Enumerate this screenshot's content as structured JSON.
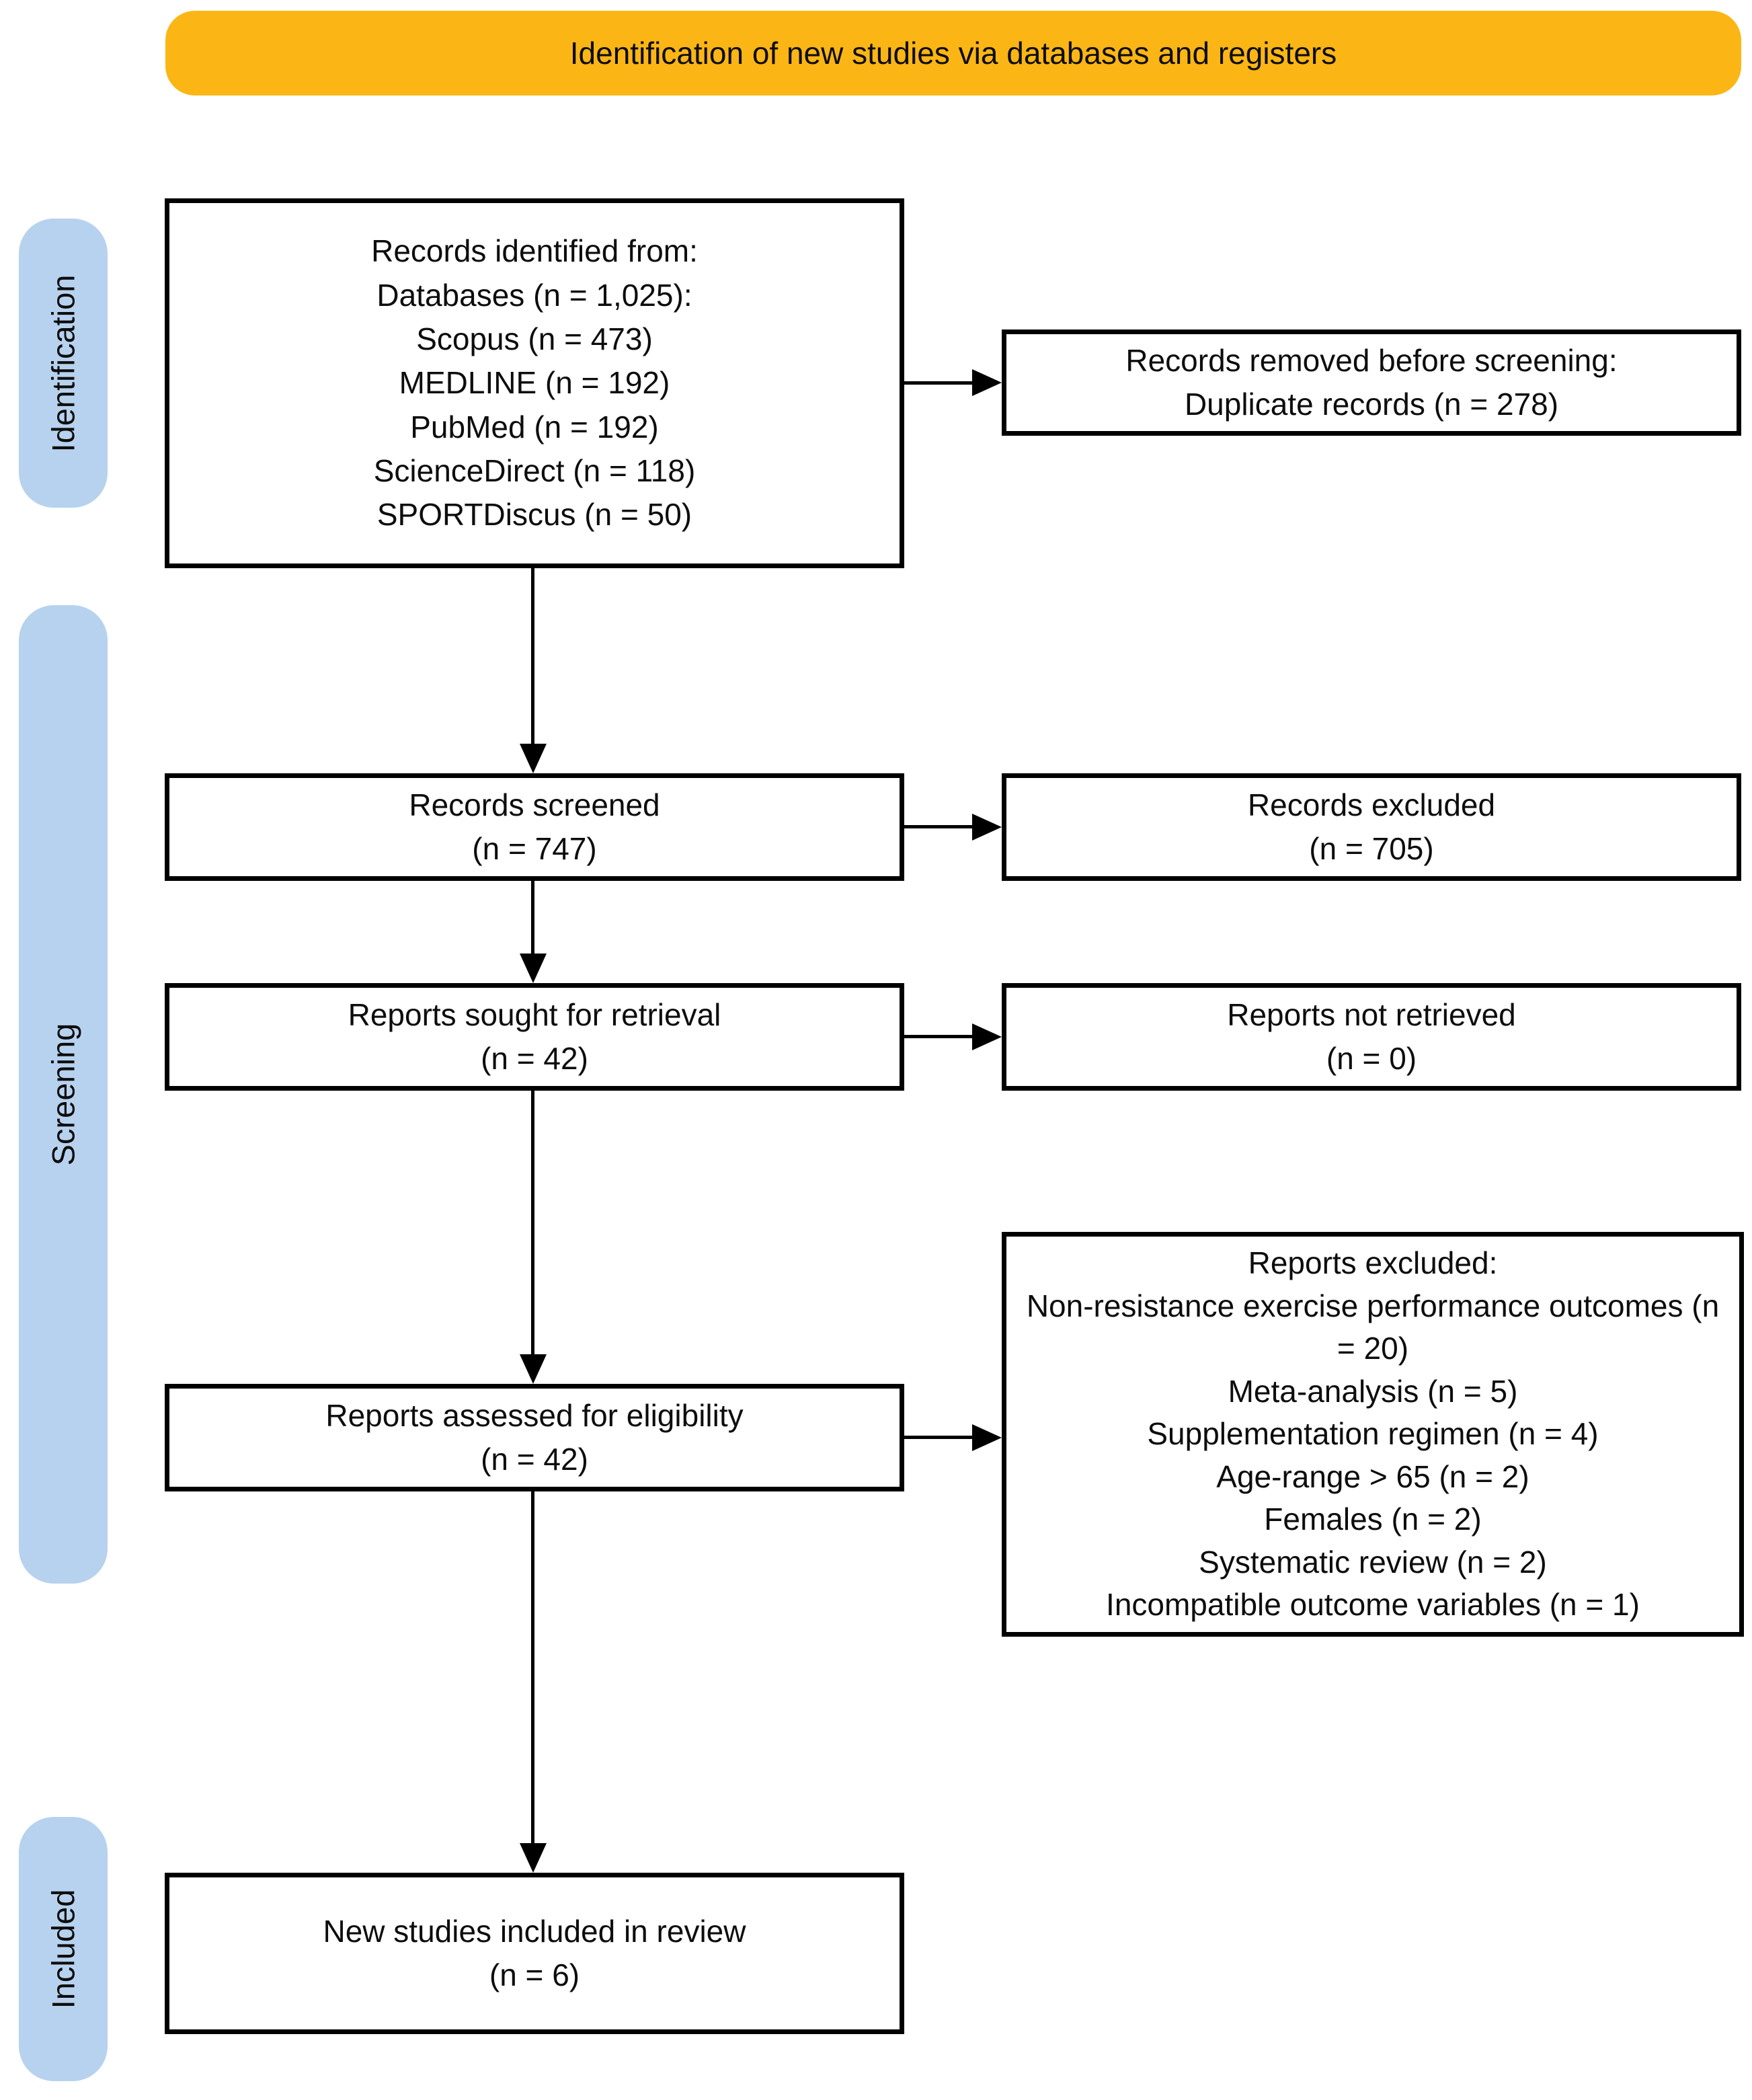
{
  "header": {
    "title": "Identification of new studies via databases and registers"
  },
  "colors": {
    "banner": "#FBB615",
    "stage_pill": "#B7D2EE",
    "box_border": "#000000",
    "arrow": "#000000",
    "text": "#0d0d0d"
  },
  "stages": [
    {
      "label": "Identification"
    },
    {
      "label": "Screening"
    },
    {
      "label": "Included"
    }
  ],
  "boxes": {
    "identified": {
      "lines": [
        "Records identified from:",
        "Databases (n = 1,025):",
        "Scopus (n = 473)",
        "MEDLINE (n = 192)",
        "PubMed (n = 192)",
        "ScienceDirect (n = 118)",
        "SPORTDiscus (n = 50)"
      ]
    },
    "removed": {
      "lines": [
        "Records removed before screening:",
        "Duplicate records (n = 278)"
      ]
    },
    "screened": {
      "lines": [
        "Records screened",
        "(n = 747)"
      ]
    },
    "excluded": {
      "lines": [
        "Records excluded",
        "(n = 705)"
      ]
    },
    "sought": {
      "lines": [
        "Reports sought for retrieval",
        "(n = 42)"
      ]
    },
    "not_retrieved": {
      "lines": [
        "Reports not retrieved",
        "(n = 0)"
      ]
    },
    "assessed": {
      "lines": [
        "Reports assessed for eligibility",
        "(n = 42)"
      ]
    },
    "reports_excluded": {
      "lines": [
        "Reports excluded:",
        "Non-resistance exercise performance outcomes (n = 20)",
        "Meta-analysis (n = 5)",
        "Supplementation regimen (n = 4)",
        "Age-range > 65 (n = 2)",
        "Females (n = 2)",
        "Systematic review (n = 2)",
        "Incompatible outcome variables (n = 1)"
      ]
    },
    "included": {
      "lines": [
        "New studies included in review",
        "(n = 6)"
      ]
    }
  }
}
